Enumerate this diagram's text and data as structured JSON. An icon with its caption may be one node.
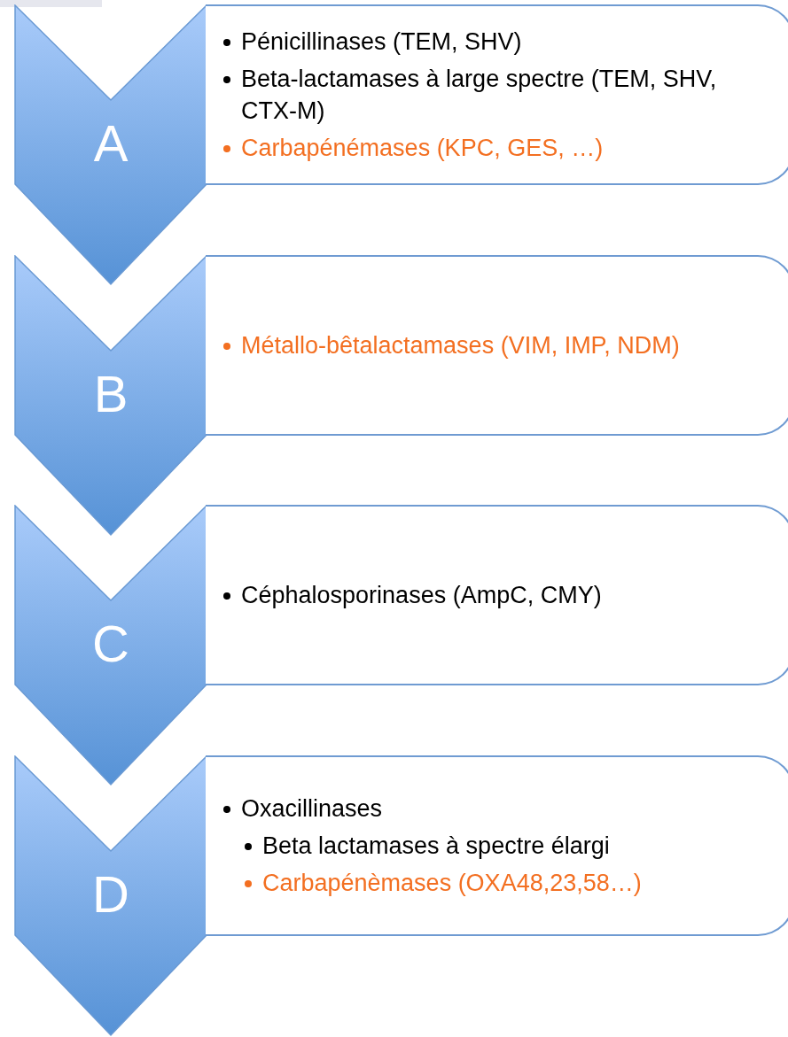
{
  "diagram": {
    "nodes": [
      {
        "text": [
          "A"
        ]
      },
      {
        "text": [
          "Pénicillinases (TEM, SHV)",
          "Beta-lactamases à large spectre (TEM, SHV, CTX-M)",
          "Carbapénémases (KPC, GES, …)"
        ]
      },
      {
        "text": [
          "B"
        ]
      },
      {
        "text": [
          "Métallo-bêtalactamases (VIM, IMP, NDM)"
        ]
      },
      {
        "text": [
          "C"
        ]
      },
      {
        "text": [
          "Céphalosporinases (AmpC, CMY)"
        ]
      },
      {
        "text": [
          "D"
        ]
      },
      {
        "text": [
          "Oxacillinases",
          "Beta lactamases à spectre élargi",
          "Carbapénèmases (OXA48,23,58…)"
        ]
      }
    ]
  }
}
